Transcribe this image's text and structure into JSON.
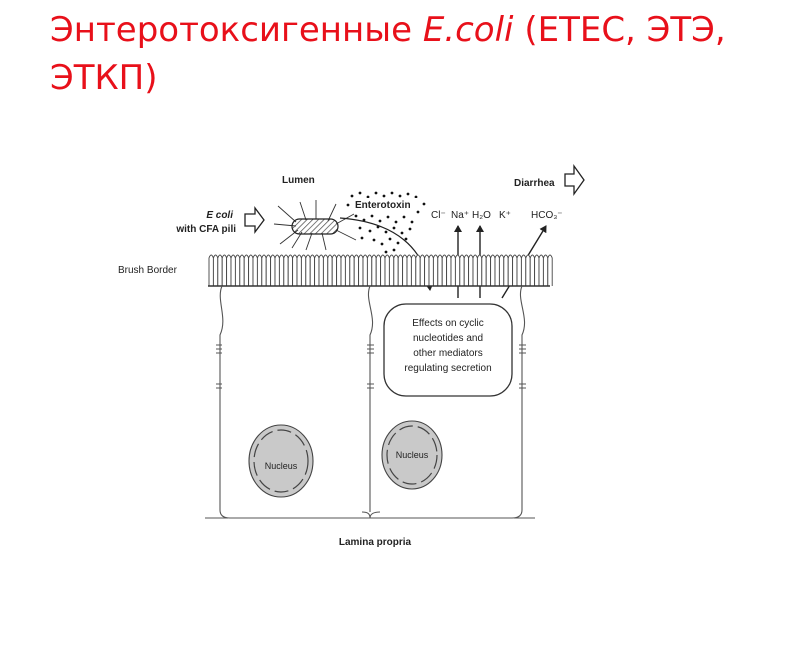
{
  "slide": {
    "title_part1": "Энтеротоксигенные ",
    "title_italic": "E.coli",
    "title_part2": " (ETEC, ЭТЭ, ЭТКП)"
  },
  "diagram": {
    "lumen": "Lumen",
    "ecoli_line1": "E coli",
    "ecoli_line2": "with CFA pili",
    "enterotoxin": "Enterotoxin",
    "diarrhea": "Diarrhea",
    "ions": {
      "cl": "Cl⁻",
      "na": "Na⁺",
      "h2o": "H₂O",
      "k": "K⁺",
      "hco3": "HCO₃⁻"
    },
    "brush_border": "Brush Border",
    "effects": [
      "Effects on cyclic",
      "nucleotides and",
      "other mediators",
      "regulating secretion"
    ],
    "nucleus_left": "Nucleus",
    "nucleus_right": "Nucleus",
    "lamina_propria": "Lamina propria"
  }
}
